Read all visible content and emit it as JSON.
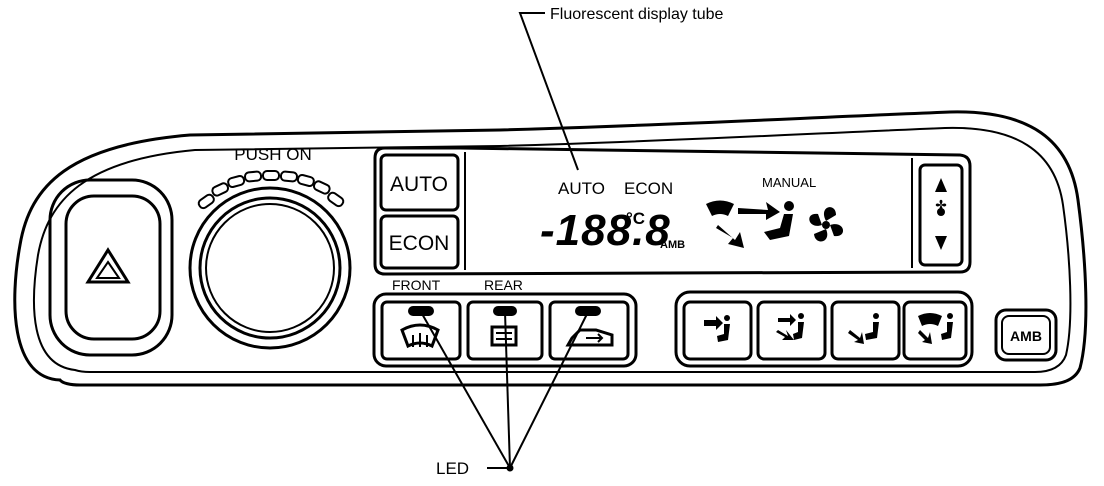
{
  "callouts": {
    "display_tube": "Fluorescent display tube",
    "led": "LED"
  },
  "knob": {
    "label": "PUSH ON"
  },
  "left_buttons": {
    "auto": "AUTO",
    "econ": "ECON"
  },
  "display": {
    "mode_auto": "AUTO",
    "mode_econ": "ECON",
    "manual": "MANUAL",
    "temperature": "-188.8",
    "unit": "°C",
    "amb": "AMB"
  },
  "defroster_labels": {
    "front": "FRONT",
    "rear": "REAR"
  },
  "amb_button": "AMB",
  "icons": {
    "hazard": "hazard-triangle-icon",
    "front_defrost": "front-defrost-icon",
    "rear_defrost": "rear-defrost-icon",
    "recirculation": "recirculation-icon",
    "vent": "face-vent-icon",
    "bilevel": "bilevel-icon",
    "foot": "foot-icon",
    "foot_defrost": "foot-defrost-icon",
    "fan": "fan-icon",
    "fan_updown": "fan-speed-updown-icon"
  }
}
